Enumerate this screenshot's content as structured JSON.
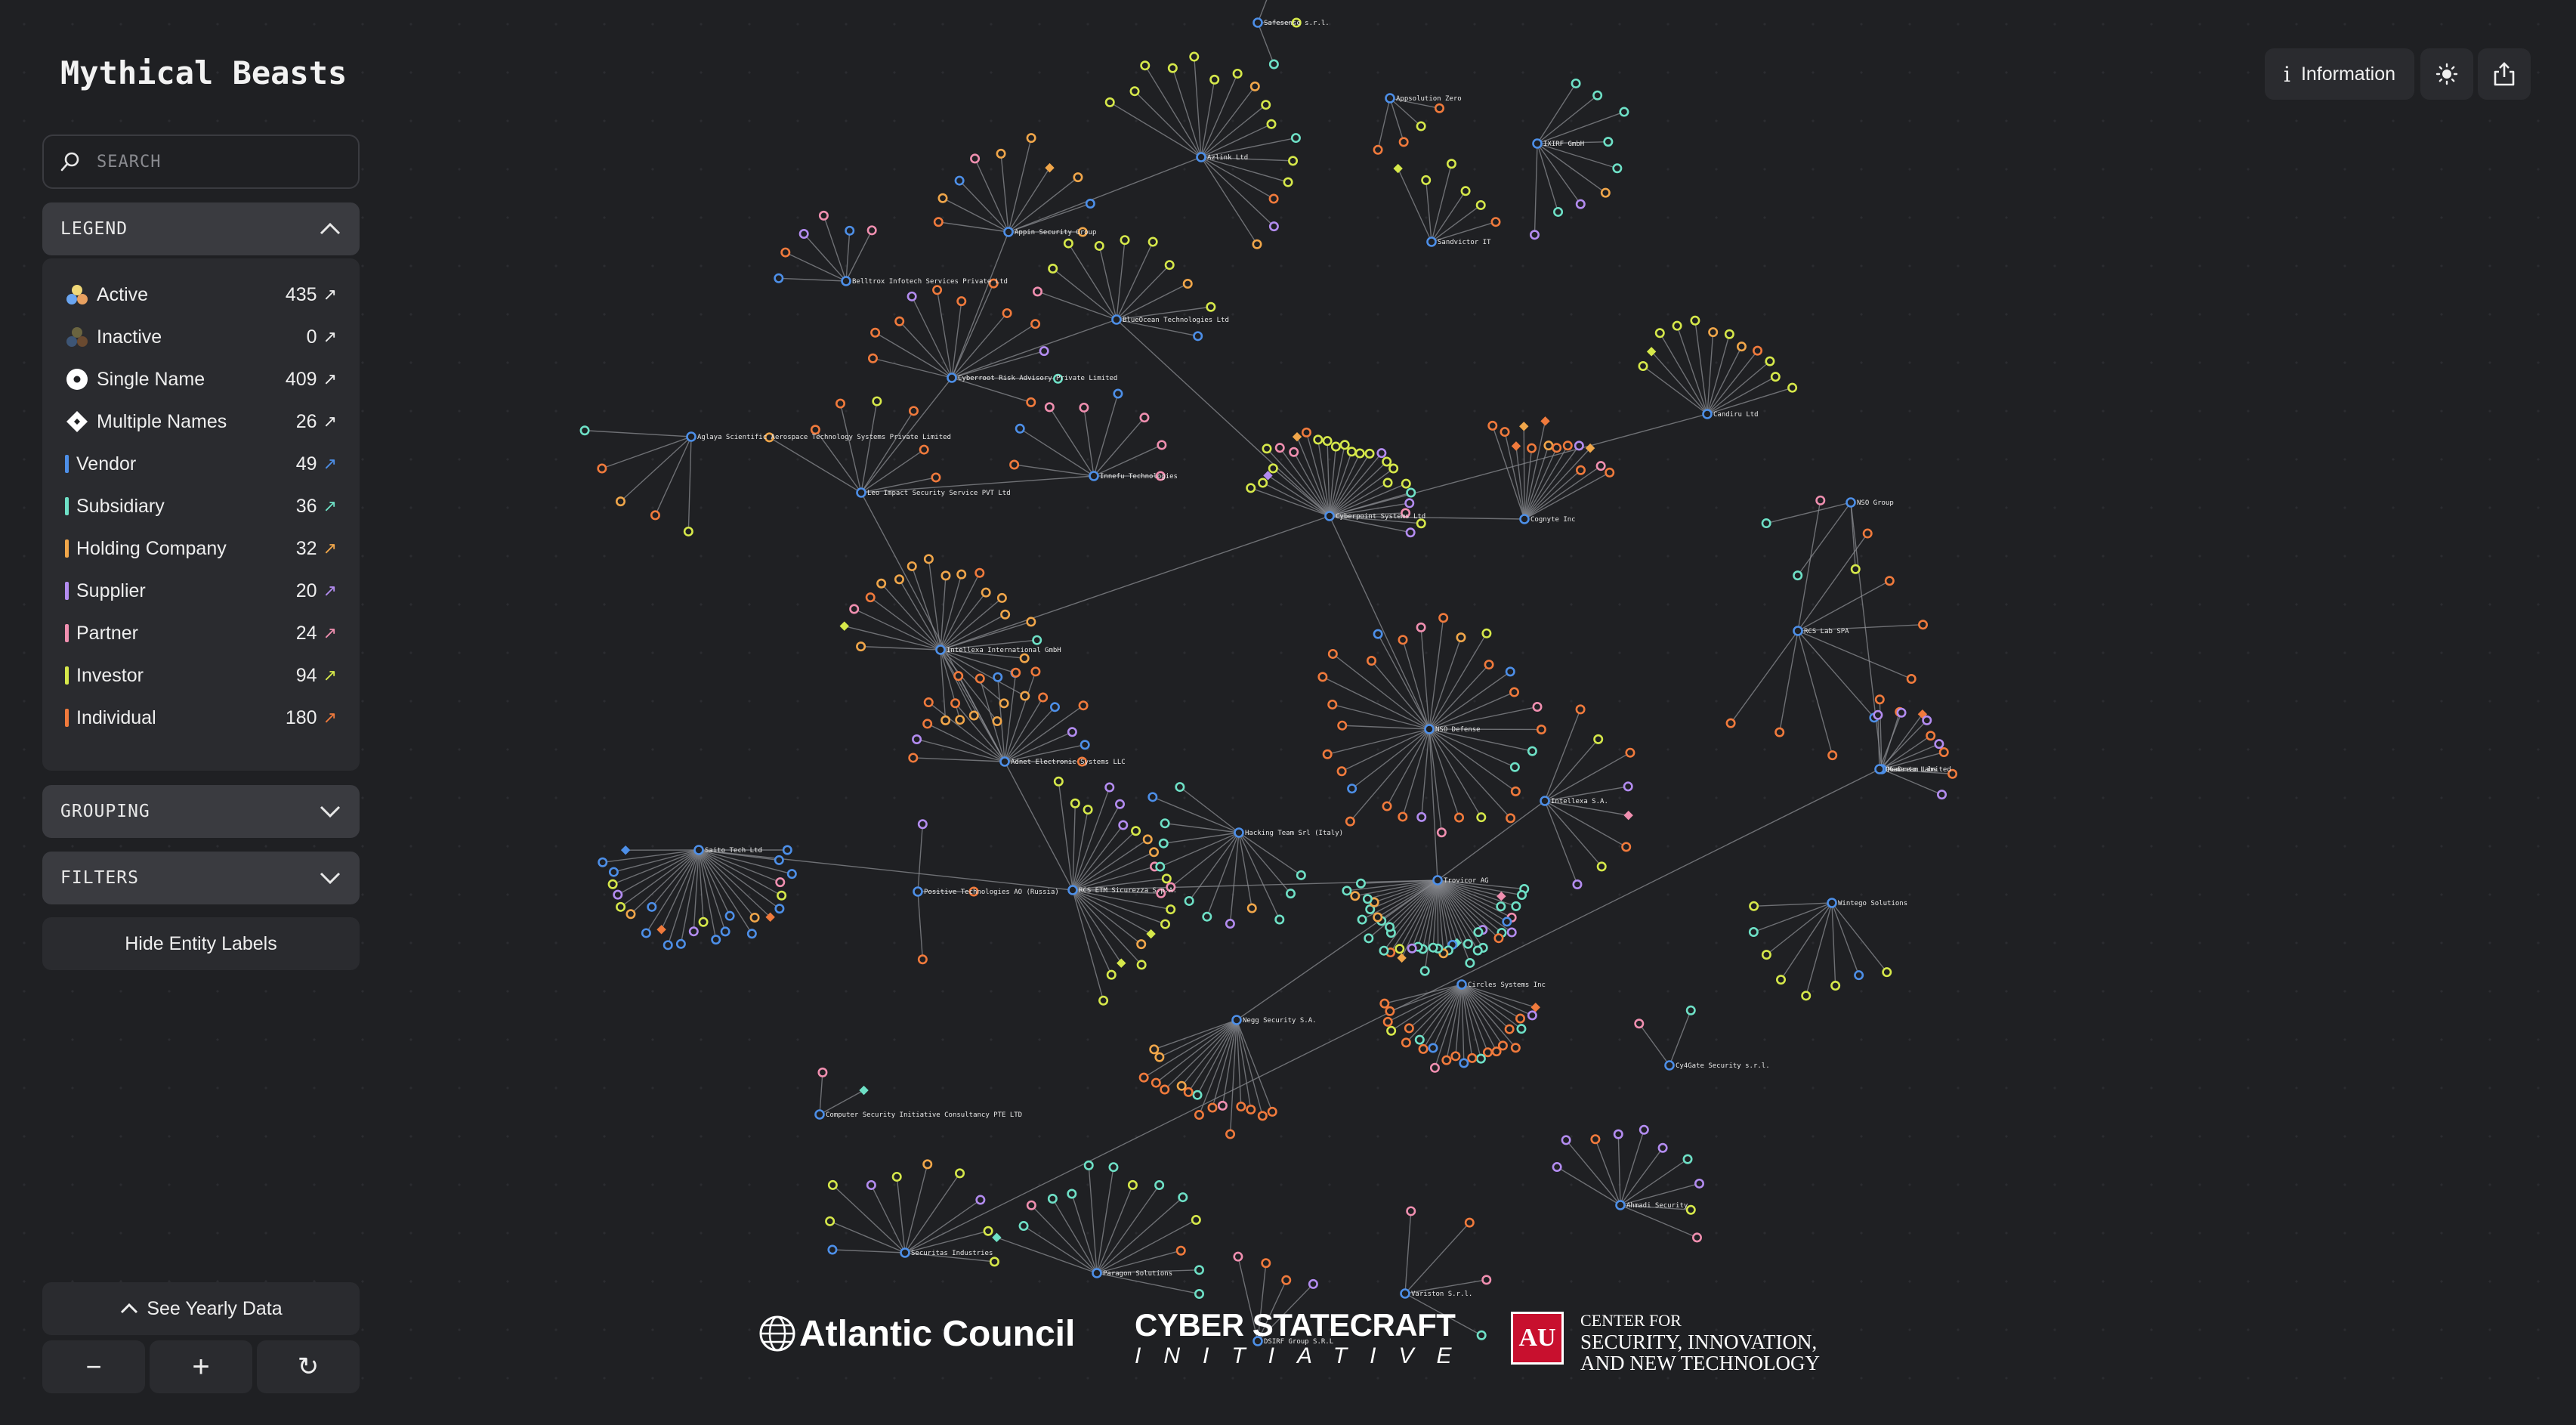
{
  "app": {
    "title": "Mythical Beasts"
  },
  "search": {
    "placeholder": "SEARCH"
  },
  "legend": {
    "header": "LEGEND",
    "items": [
      {
        "label": "Active",
        "count": "435",
        "marker": "active-dots",
        "color": "#ffffff"
      },
      {
        "label": "Inactive",
        "count": "0",
        "marker": "inactive-dots",
        "color": "#ffffff"
      },
      {
        "label": "Single Name",
        "count": "409",
        "marker": "circle",
        "color": "#ffffff"
      },
      {
        "label": "Multiple Names",
        "count": "26",
        "marker": "diamond",
        "color": "#ffffff"
      },
      {
        "label": "Vendor",
        "count": "49",
        "marker": "bar",
        "color": "#4d8fe8"
      },
      {
        "label": "Subsidiary",
        "count": "36",
        "marker": "bar",
        "color": "#6ee0c6"
      },
      {
        "label": "Holding Company",
        "count": "32",
        "marker": "bar",
        "color": "#f0a64a"
      },
      {
        "label": "Supplier",
        "count": "20",
        "marker": "bar",
        "color": "#b38cf0"
      },
      {
        "label": "Partner",
        "count": "24",
        "marker": "bar",
        "color": "#f08fb0"
      },
      {
        "label": "Investor",
        "count": "94",
        "marker": "bar",
        "color": "#d6e84a"
      },
      {
        "label": "Individual",
        "count": "180",
        "marker": "bar",
        "color": "#f07a3c"
      }
    ]
  },
  "grouping": {
    "header": "GROUPING"
  },
  "filters": {
    "header": "FILTERS"
  },
  "labels_toggle": "Hide Entity Labels",
  "yearly": "See Yearly Data",
  "zoom": {
    "out": "−",
    "in": "+",
    "reset": "↻"
  },
  "top": {
    "info": "Information"
  },
  "logos": {
    "ac": "Atlantic Council",
    "cs1": "CYBER STATECRAFT",
    "cs2": "INITIATIVE",
    "au_mark": "AU",
    "au1": "CENTER FOR",
    "au2": "SECURITY, INNOVATION,",
    "au3": "AND NEW TECHNOLOGY"
  },
  "entities": [
    "Safesense s.r.l.",
    "Appsolution Zero",
    "Azlink Ltd",
    "IXIRF GmbH",
    "Sandvictor IT",
    "Appin Security Group",
    "Belltrox Infotech Services Private Ltd",
    "BlueOcean Technologies Ltd",
    "Cyberroot Risk Advisory Private Limited",
    "Aglaya Scientific Aerospace Technology Systems Private Limited",
    "Innefu Technologies",
    "Leo Impact Security Service PVT Ltd",
    "Intellexa International GmbH",
    "Candiru Ltd",
    "Cognyte Inc",
    "Cyberpoint Systems Ltd",
    "NSO Group",
    "RCS Lab SPA",
    "NSO Defense",
    "Memento Labs",
    "Adnet Electronic Systems LLC",
    "Saito Tech Ltd",
    "Positive Technologies AO (Russia)",
    "RCS ETM Sicurezza S.p.A.",
    "Hacking Team Srl (Italy)",
    "Intellexa S.A.",
    "Trovicor AG",
    "Circles Systems Inc",
    "QuaDream Limited",
    "Negg Security S.A.",
    "Cy4Gate Security s.r.l.",
    "Wintego Solutions",
    "Computer Security Initiative Consultancy PTE LTD",
    "Securitas Industries",
    "Paragon Solutions",
    "Variston S.r.l.",
    "DSIRF Group S.R.L",
    "Ahmadi Security"
  ]
}
